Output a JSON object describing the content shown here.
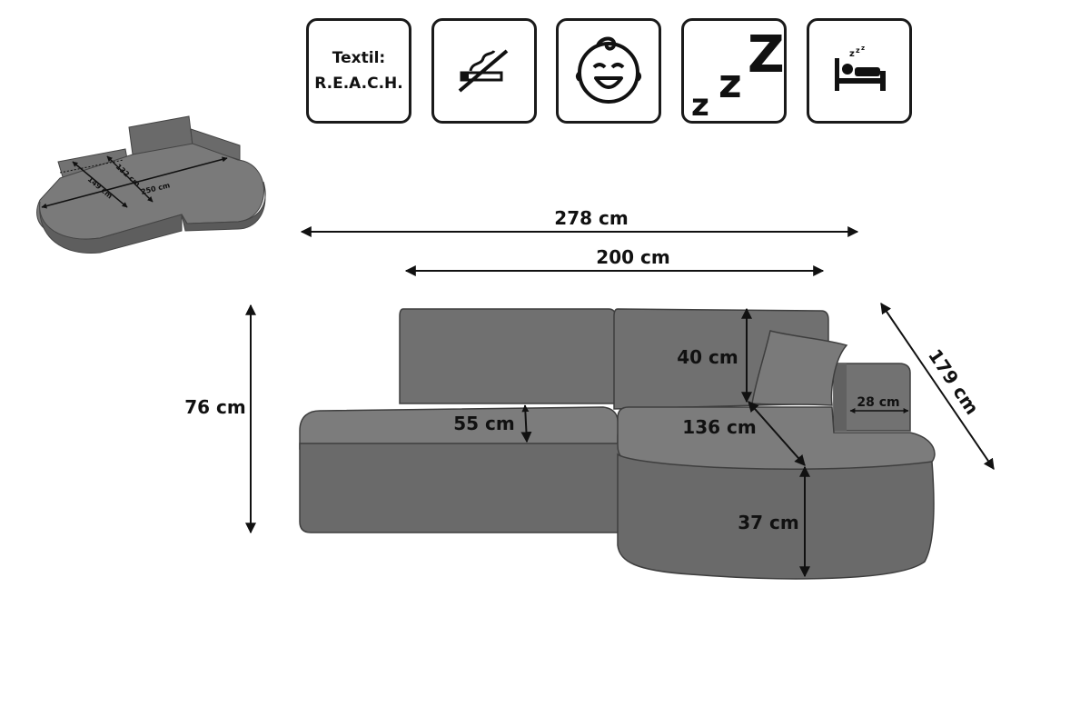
{
  "badges": [
    {
      "id": "textile",
      "icon": "textile-reach-text-icon",
      "line1": "Textil:",
      "line2": "R.E.A.C.H."
    },
    {
      "id": "no-smoking",
      "icon": "no-smoking-icon"
    },
    {
      "id": "baby",
      "icon": "baby-face-icon"
    },
    {
      "id": "sleep",
      "icon": "sleep-zzz-icon"
    },
    {
      "id": "bed",
      "icon": "bed-sleeper-icon"
    }
  ],
  "thumbnail": {
    "dim_149": "149 cm",
    "dim_132": "132 cm",
    "dim_250": "250 cm"
  },
  "dimensions": {
    "total_width": "278 cm",
    "seat_width": "200 cm",
    "height": "76 cm",
    "backrest_height": "40 cm",
    "seat_depth": "55 cm",
    "chaise_length": "136 cm",
    "armrest_width": "28 cm",
    "depth": "179 cm",
    "seat_height": "37 cm"
  },
  "colors": {
    "sofa_fill": "#6f6f6f",
    "sofa_dark": "#565656",
    "sofa_light": "#7d7d7d",
    "line": "#111111"
  }
}
